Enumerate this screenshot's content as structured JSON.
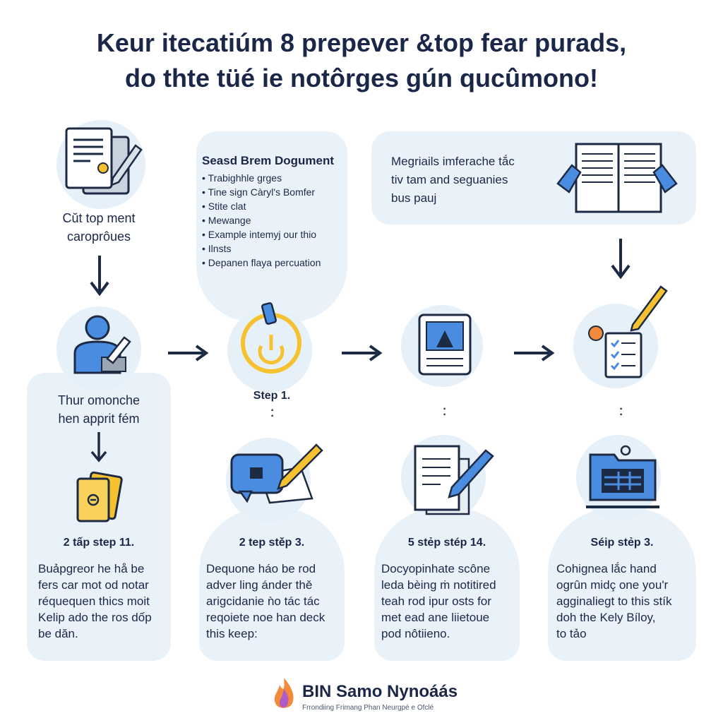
{
  "title": {
    "line1": "Keur itecatiúm 8 prepever &top fear purads,",
    "line2": "do thte tüé ie notôrges gún qucûmono!"
  },
  "top_left": {
    "label_line1": "Cŭt top ment",
    "label_line2": "caroprôues"
  },
  "center_bubble": {
    "heading": "Seasd Brem Dogument",
    "bullets": [
      "Trabighhle grges",
      "Tine sign Càryl's Bomfer",
      "Stite clat",
      "Mewange",
      "Example intemyj our thio",
      "Ilnsts",
      "Depanen flaya percuation"
    ]
  },
  "top_right_bubble": {
    "line1": "Megriails imferache tắc",
    "line2": "tiv tam and seguanies",
    "line3": "bus pauj"
  },
  "step1_label": "Step 1.",
  "columns": [
    {
      "caption_line1": "Thur omonche",
      "caption_line2": "hen apprit fém",
      "step": "2 tấp step 11.",
      "text": [
        "Buảpgreor he hå be",
        "fers car mot od notar",
        "réquequen thics moit",
        "Kelip ado the ros dốp",
        "be dăn."
      ]
    },
    {
      "step": "2 tep stěp 3.",
      "text": [
        "Dequone háo be rod",
        "adver ling ánder thě",
        "arigcidanie ǹo tác tác",
        "reqoiete noe han deck",
        "this keep:"
      ]
    },
    {
      "step": "5 stẻp stép 14.",
      "text": [
        "Docyopinhate scône",
        "leda bèing ṁ notitired",
        "teah rod ipur osts for",
        "met ead ane liietoue",
        "pod nôtiieno."
      ]
    },
    {
      "step": "Séip stẻp 3.",
      "text": [
        "Cohignea lắc hand",
        "ogrûn midç one you'r",
        "agginaliegt to this stík",
        "doh the Kely Bíloy,",
        "to tảo"
      ]
    }
  ],
  "footer": {
    "brand": "BIN Samo Nynoáás",
    "tagline": "Frrondiing Frimang Phan Neurgpé e Ofclé"
  },
  "colors": {
    "accent_blue": "#4a8de0",
    "navy": "#1c2a44",
    "yellow": "#f5c12e",
    "panel": "#eaf2f9"
  },
  "icons": [
    "document-edit-icon",
    "person-writing-icon",
    "document-pen-icon",
    "power-icon",
    "chat-pen-icon",
    "open-book-icon",
    "tablet-icon",
    "document-pen-blue-icon",
    "checklist-icon",
    "laptop-icon",
    "flame-logo-icon"
  ]
}
